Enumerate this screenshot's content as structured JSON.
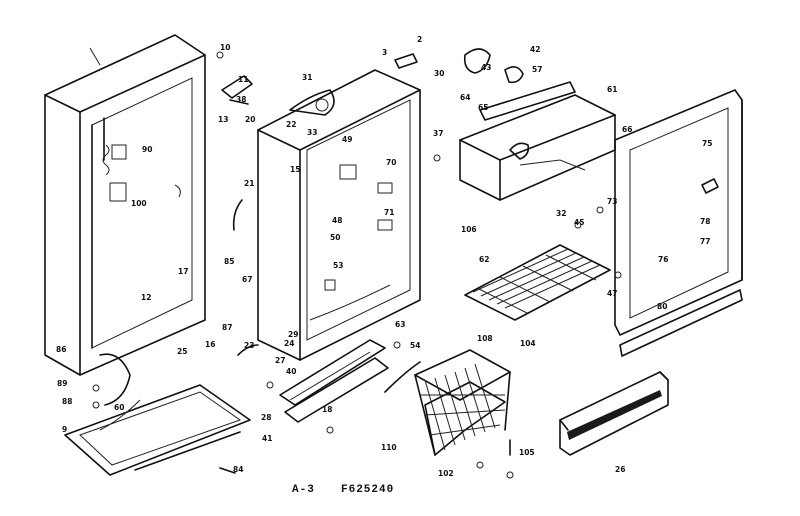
{
  "caption": {
    "section": "A-3",
    "code": "F625240"
  },
  "callouts": {
    "c2": "2",
    "c3": "3",
    "c9": "9",
    "c10": "10",
    "c11": "11",
    "c12": "12",
    "c13": "13",
    "c15": "15",
    "c16": "16",
    "c17": "17",
    "c18": "18",
    "c20": "20",
    "c21": "21",
    "c22": "22",
    "c23": "23",
    "c24": "24",
    "c25": "25",
    "c26": "26",
    "c27": "27",
    "c28": "28",
    "c29": "29",
    "c30": "30",
    "c31": "31",
    "c32": "32",
    "c33": "33",
    "c37": "37",
    "c38": "38",
    "c40": "40",
    "c41": "41",
    "c42": "42",
    "c43": "43",
    "c45": "45",
    "c47": "47",
    "c48": "48",
    "c49": "49",
    "c50": "50",
    "c53": "53",
    "c54": "54",
    "c57": "57",
    "c60": "60",
    "c61": "61",
    "c62": "62",
    "c63": "63",
    "c64": "64",
    "c65": "65",
    "c66": "66",
    "c67": "67",
    "c70": "70",
    "c71": "71",
    "c73": "73",
    "c75": "75",
    "c76": "76",
    "c77": "77",
    "c78": "78",
    "c80": "80",
    "c84": "84",
    "c85": "85",
    "c86": "86",
    "c87": "87",
    "c88": "88",
    "c89": "89",
    "c90": "90",
    "c100": "100",
    "c102": "102",
    "c104": "104",
    "c105": "105",
    "c106": "106",
    "c108": "108",
    "c110": "110"
  }
}
